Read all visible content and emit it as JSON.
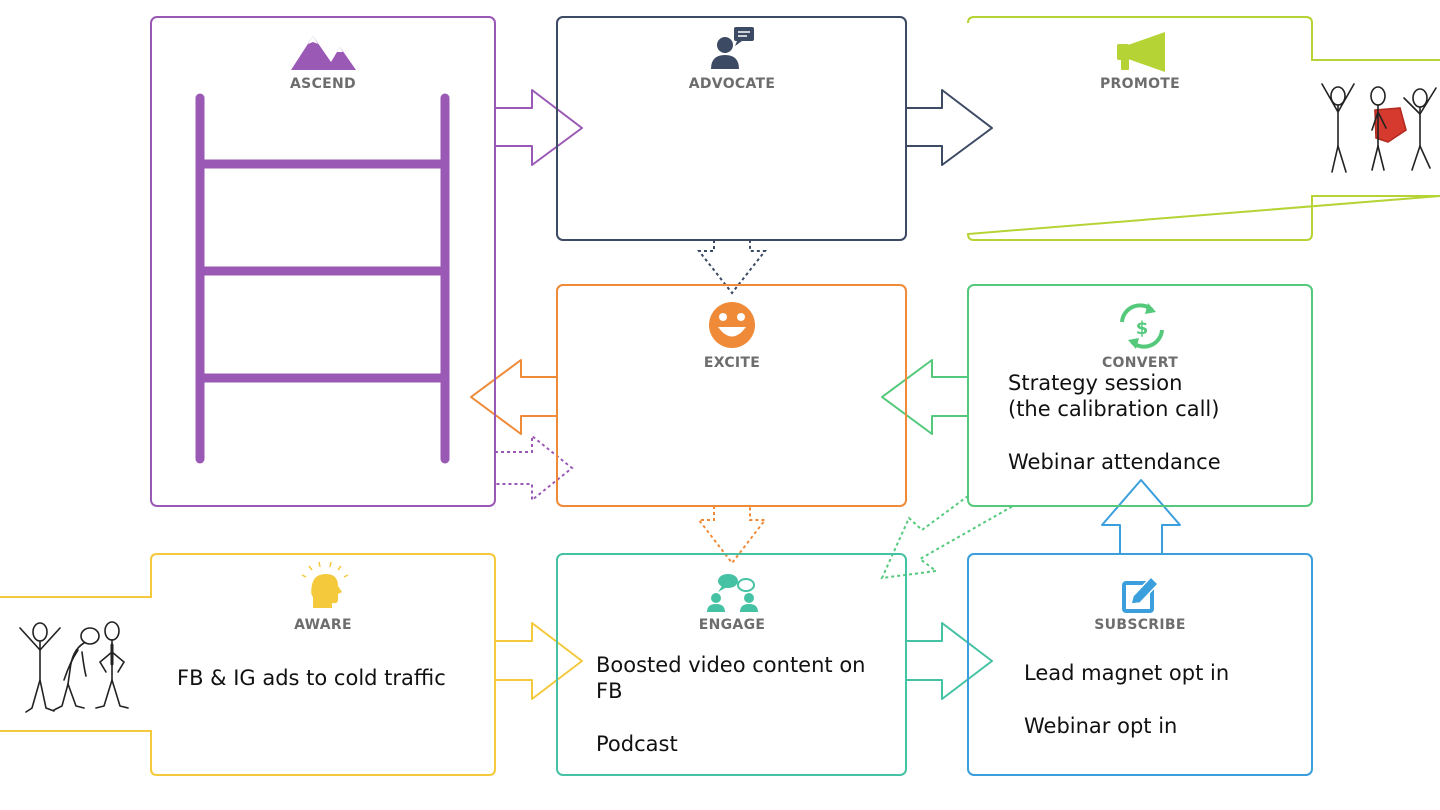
{
  "colors": {
    "ascend": "#9b59b6",
    "advocate": "#3d4a63",
    "promote": "#b5d334",
    "excite": "#ee8a38",
    "convert": "#55c97b",
    "aware": "#f5c93c",
    "engage": "#45c2a3",
    "subscribe": "#3a9fdc",
    "text": "#111111",
    "title": "#6d6d6d"
  },
  "stages": {
    "ascend": {
      "title": "ASCEND",
      "icon": "mountain-icon"
    },
    "advocate": {
      "title": "ADVOCATE",
      "icon": "speaker-person-icon"
    },
    "promote": {
      "title": "PROMOTE",
      "icon": "megaphone-icon"
    },
    "excite": {
      "title": "EXCITE",
      "icon": "smiley-icon"
    },
    "convert": {
      "title": "CONVERT",
      "icon": "dollar-cycle-icon",
      "items": [
        "Strategy session",
        "(the calibration call)",
        "Webinar attendance"
      ]
    },
    "aware": {
      "title": "AWARE",
      "icon": "head-lightbulb-icon",
      "items": [
        "FB & IG ads to cold traffic"
      ]
    },
    "engage": {
      "title": "ENGAGE",
      "icon": "people-chat-icon",
      "items": [
        "Boosted video content on",
        "FB",
        "Podcast"
      ]
    },
    "subscribe": {
      "title": "SUBSCRIBE",
      "icon": "edit-pencil-icon",
      "items": [
        "Lead magnet opt in",
        "Webinar opt in"
      ]
    }
  }
}
